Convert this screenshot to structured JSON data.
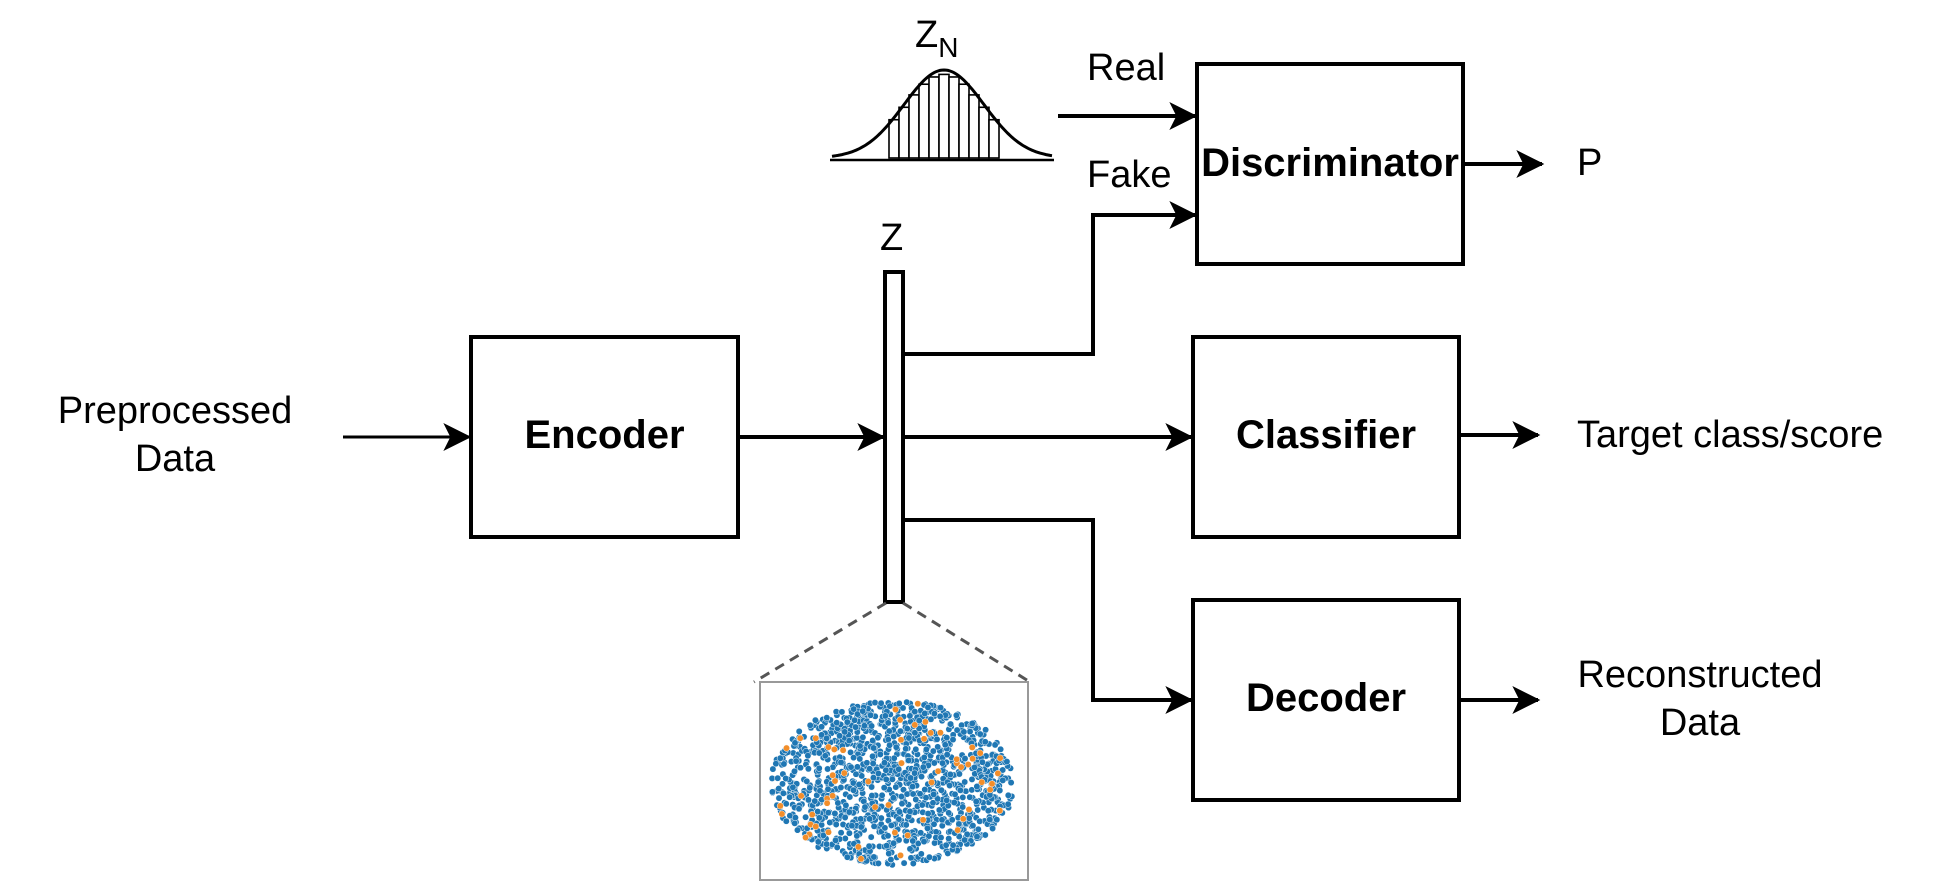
{
  "inputs": {
    "preprocessed_line1": "Preprocessed",
    "preprocessed_line2": "Data"
  },
  "blocks": {
    "encoder": "Encoder",
    "discriminator": "Discriminator",
    "classifier": "Classifier",
    "decoder": "Decoder"
  },
  "latent": {
    "z_label": "Z",
    "zn_main": "Z",
    "zn_sub": "N"
  },
  "edges": {
    "real": "Real",
    "fake": "Fake"
  },
  "outputs": {
    "p": "P",
    "target": "Target class/score",
    "reconstructed_line1": "Reconstructed",
    "reconstructed_line2": "Data"
  },
  "colors": {
    "line": "#000000",
    "orange_cluster": "#f28e2b",
    "blue_cluster": "#1f77b4",
    "dashed": "#555555",
    "frame": "#999999"
  },
  "icons": {
    "gaussian": "gaussian-histogram-icon",
    "scatter": "latent-scatter-plot"
  }
}
